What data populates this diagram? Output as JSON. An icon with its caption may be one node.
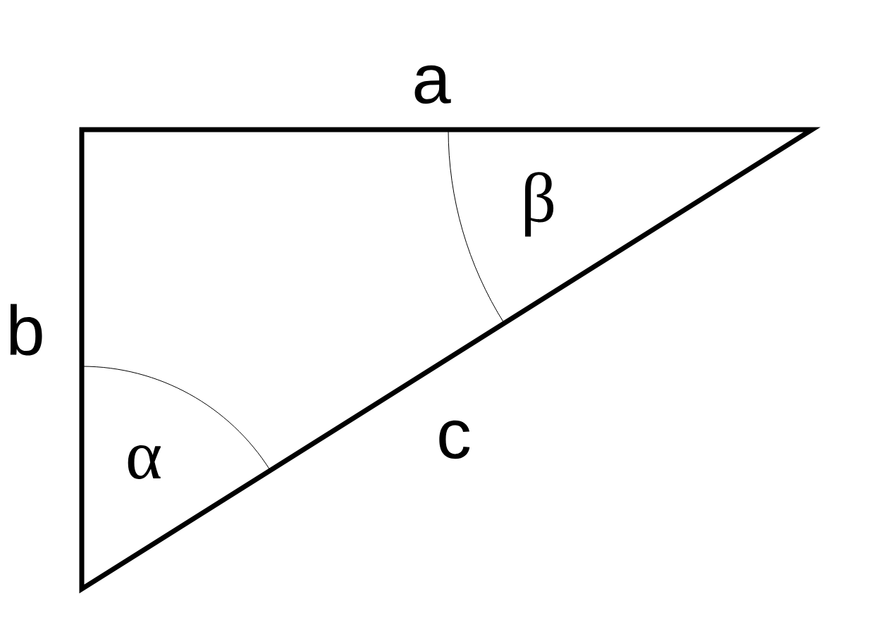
{
  "diagram": {
    "labels": [
      "a",
      "β",
      "b",
      "α",
      "c"
    ]
  }
}
